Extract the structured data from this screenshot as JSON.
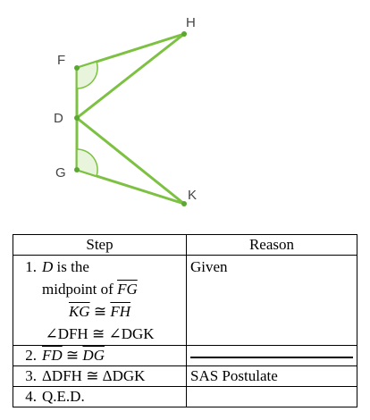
{
  "figure": {
    "labels": {
      "H": "H",
      "F": "F",
      "D": "D",
      "G": "G",
      "K": "K"
    },
    "colors": {
      "line": "#7cc142",
      "point": "#5aa832",
      "arc_fill": "#e8f5dc",
      "label": "#444444"
    }
  },
  "proof": {
    "headers": {
      "step": "Step",
      "reason": "Reason"
    },
    "rows": [
      {
        "num": "1.",
        "lines": [
          "D is the",
          "midpoint of FG",
          "KG ≅ FH",
          "∠DFH ≅ ∠DGK"
        ],
        "reason": "Given"
      },
      {
        "num": "2.",
        "statement": "FD ≅ DG",
        "reason": ""
      },
      {
        "num": "3.",
        "statement": "ΔDFH ≅ ΔDGK",
        "reason": "SAS Postulate"
      },
      {
        "num": "4.",
        "statement": "Q.E.D.",
        "reason": ""
      }
    ]
  }
}
